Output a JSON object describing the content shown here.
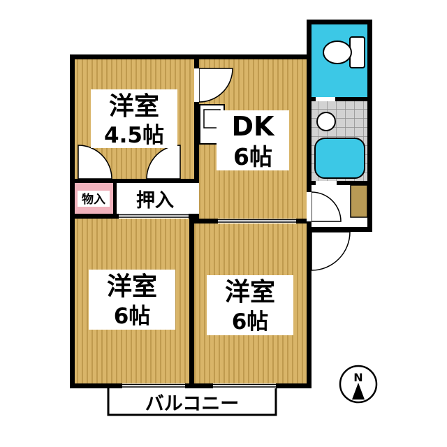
{
  "title": "apartment-floor-plan",
  "colors": {
    "wall": "#000000",
    "floor": "#d9b569",
    "floor_stripe": "#bf9a4e",
    "water_cyan": "#3cc8e6",
    "tile": "#d2d2d2",
    "tile_line": "#909090",
    "closet_pink": "#f0b2bc",
    "entry_step": "#b89a55",
    "white": "#ffffff"
  },
  "rooms": {
    "west45": {
      "name": "洋室",
      "size": "4.5帖"
    },
    "dk": {
      "name": "DK",
      "size": "6帖"
    },
    "storage": {
      "label": "物入"
    },
    "oshiire": {
      "label": "押入"
    },
    "west6l": {
      "name": "洋室",
      "size": "6帖"
    },
    "west6r": {
      "name": "洋室",
      "size": "6帖"
    },
    "balcony": {
      "label": "バルコニー"
    }
  },
  "compass": {
    "north_label": "N"
  },
  "icons": {
    "toilet": "toilet-icon",
    "bathtub": "bathtub-icon",
    "washbasin": "washbasin-icon",
    "kitchen_sink": "kitchen-sink-icon",
    "compass": "compass-icon",
    "door_swing": "door-swing-icon"
  }
}
